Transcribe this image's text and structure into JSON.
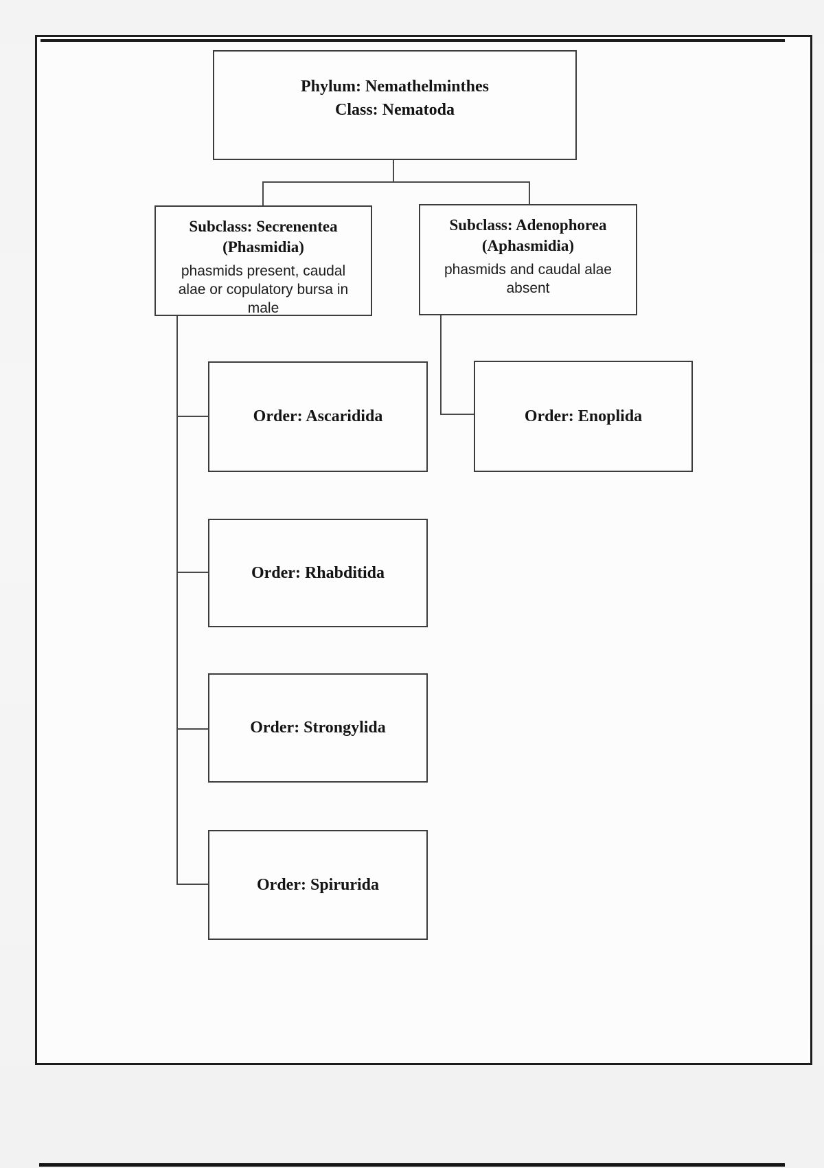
{
  "diagram": {
    "root": {
      "line1": "Phylum: Nemathelminthes",
      "line2": "Class: Nematoda"
    },
    "subclasses": [
      {
        "title": "Subclass: Secrenentea",
        "subtitle": "(Phasmidia)",
        "description": "phasmids present, caudal alae or copulatory bursa in male"
      },
      {
        "title": "Subclass: Adenophorea",
        "subtitle": "(Aphasmidia)",
        "description": "phasmids and caudal alae absent"
      }
    ],
    "orders_left": [
      "Order: Ascaridida",
      "Order: Rhabditida",
      "Order: Strongylida",
      "Order: Spirurida"
    ],
    "orders_right": [
      "Order: Enoplida"
    ]
  },
  "colors": {
    "box_border": "#3c3c3c",
    "connector": "#484848",
    "frame_border": "#1c1c1c",
    "text": "#141414",
    "page_background": "#fcfcfc",
    "canvas_background": "#f2f2f2"
  }
}
